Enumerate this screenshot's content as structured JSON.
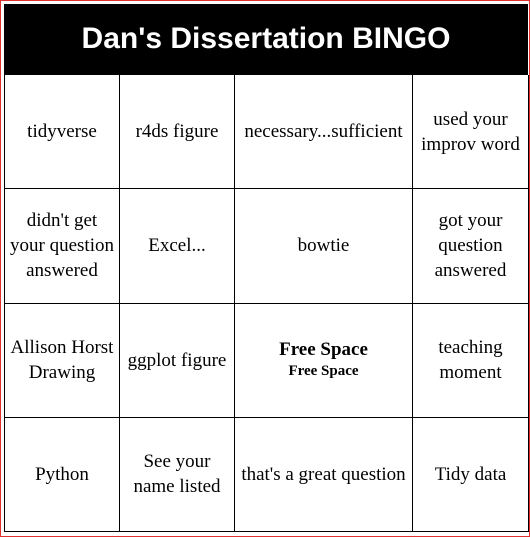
{
  "title": "Dan's Dissertation BINGO",
  "cells": [
    "tidyverse",
    "r4ds figure",
    "necessary...sufficient",
    "used your improv word",
    "didn't get your question answered",
    "Excel...",
    "bowtie",
    "got your question answered",
    "Allison Horst Drawing",
    "ggplot figure",
    "",
    "teaching moment",
    "Python",
    "See your name listed",
    "that's a great question",
    "Tidy data"
  ],
  "free_space": {
    "main": "Free Space",
    "sub": "Free Space"
  },
  "colors": {
    "title_bg": "#000000",
    "title_fg": "#ffffff",
    "border": "#e03030"
  }
}
